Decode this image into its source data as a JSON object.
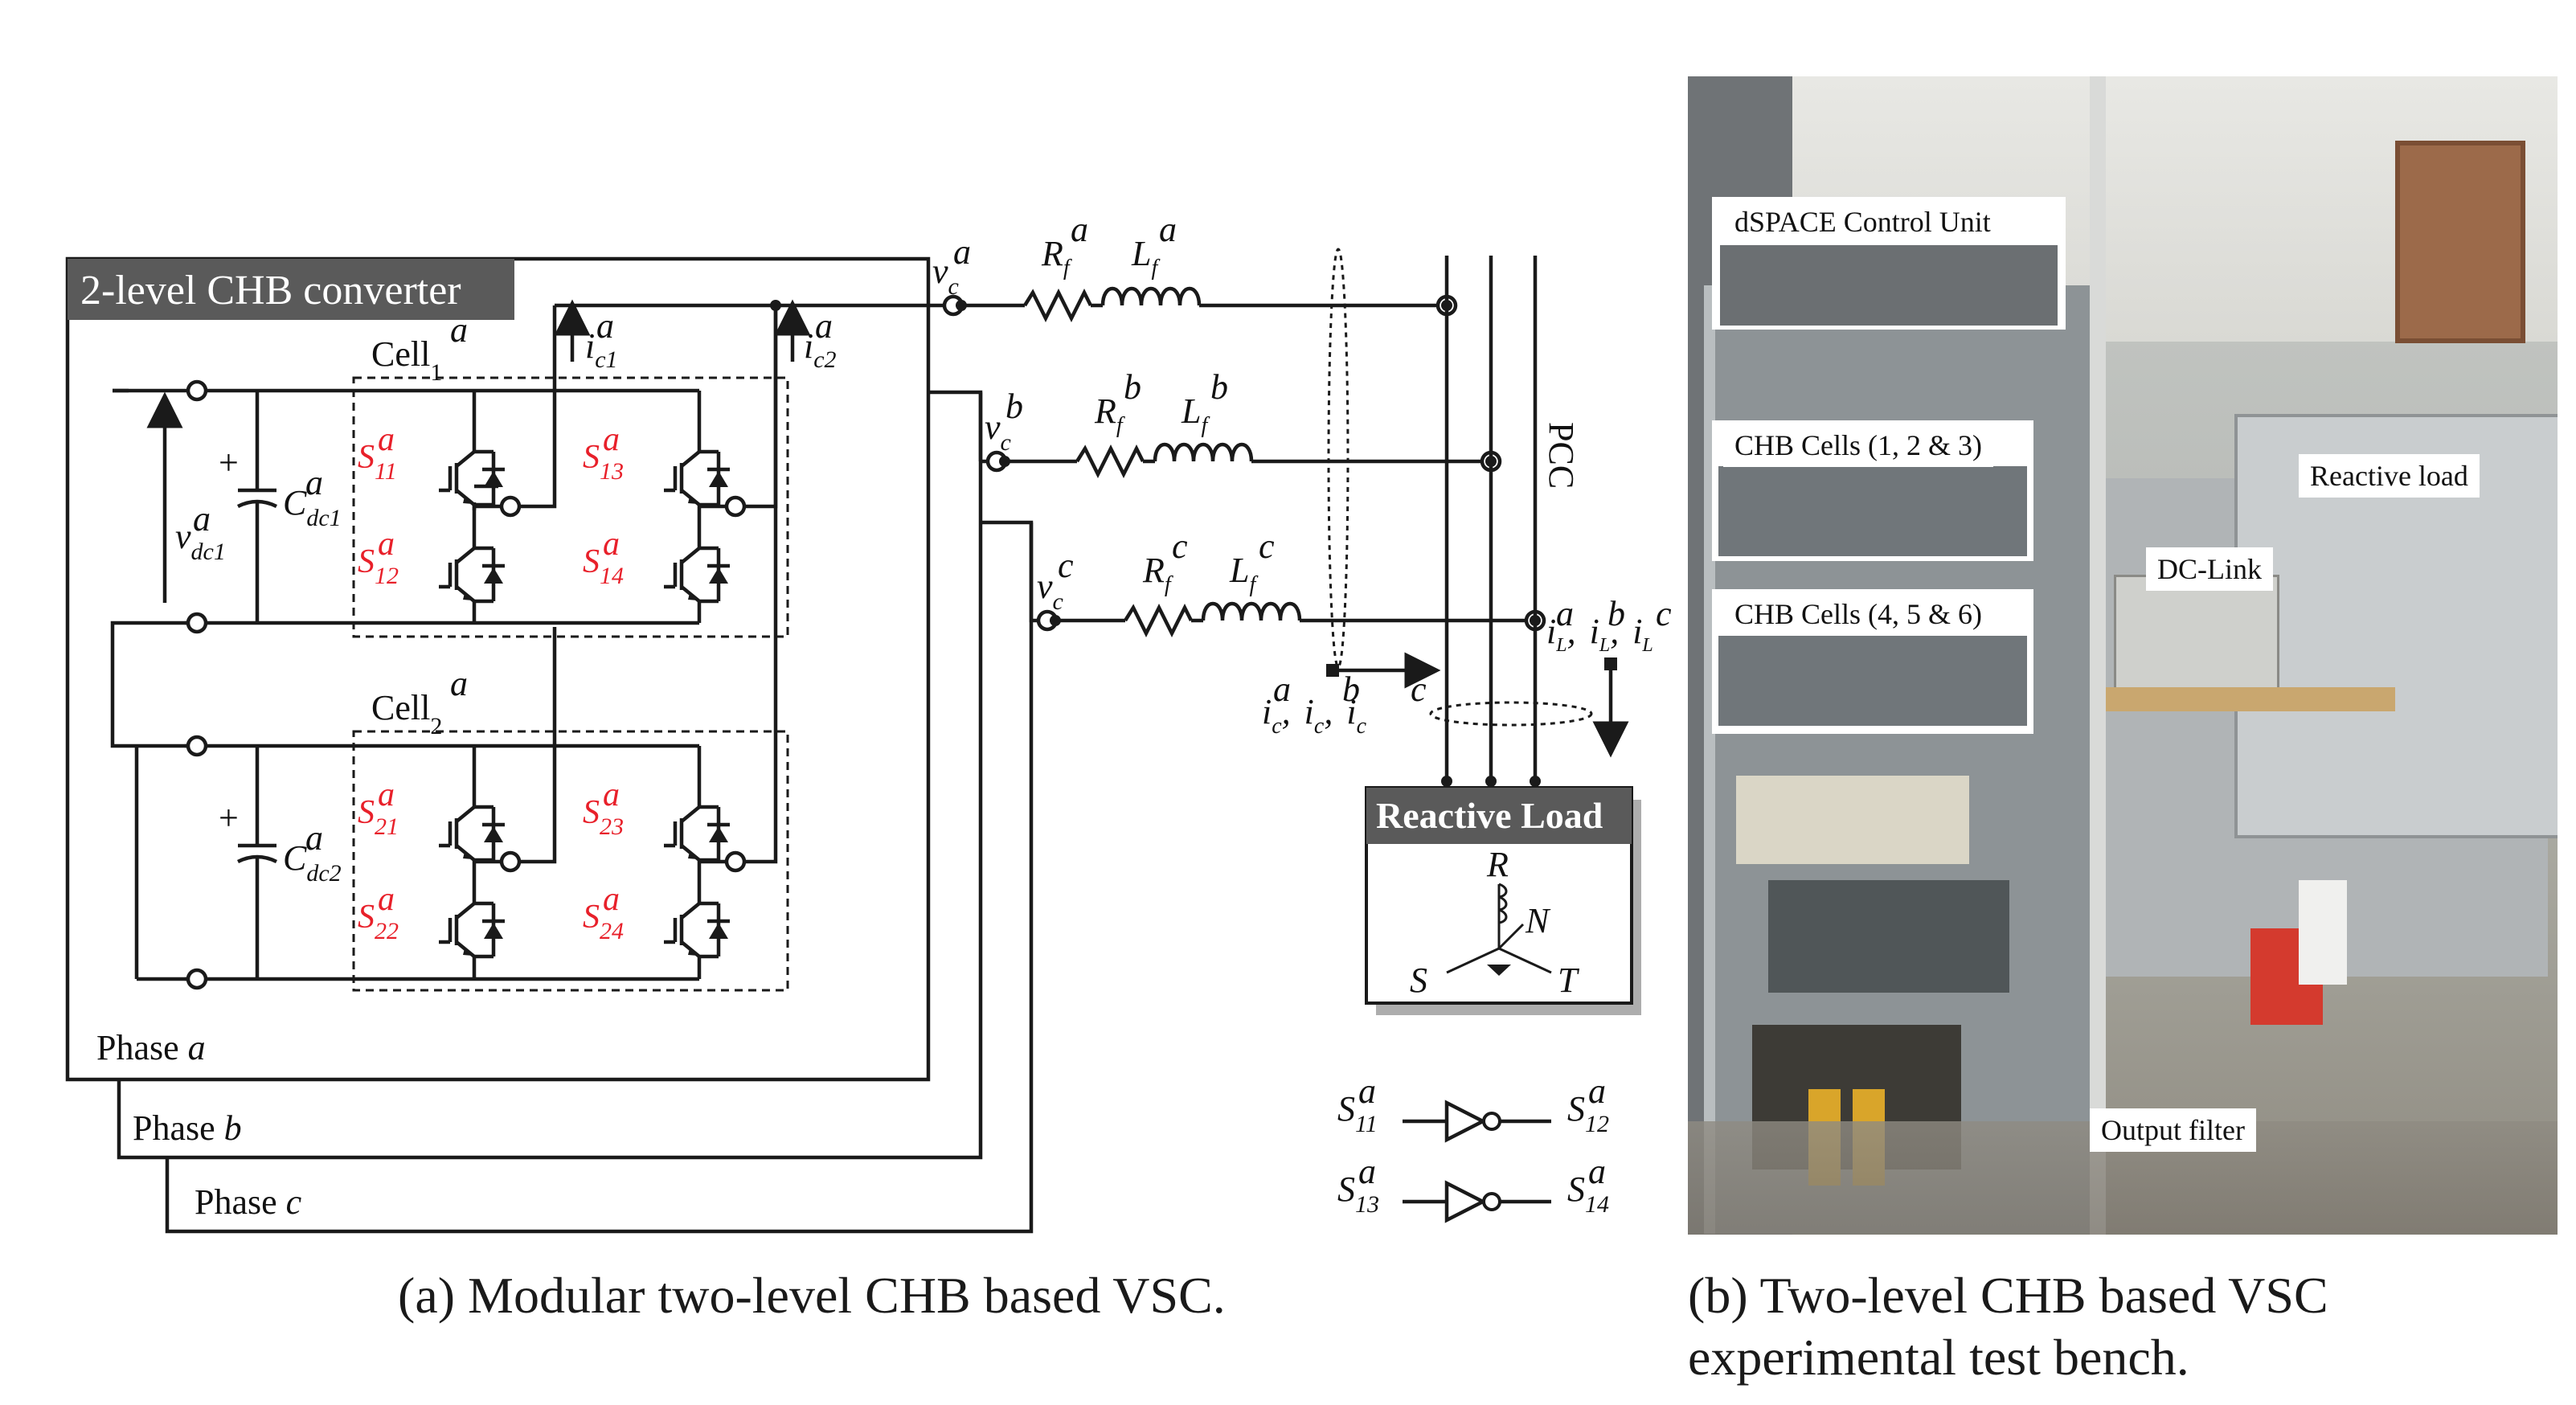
{
  "diagram": {
    "converter_title": "2-level CHB converter",
    "cell1": "Cell",
    "cell2": "Cell",
    "cell_sup": "a",
    "cell1_sub": "1",
    "cell2_sub": "2",
    "sw11": "S",
    "sw11_sup": "a",
    "sw11_sub": "11",
    "sw12": "S",
    "sw12_sup": "a",
    "sw12_sub": "12",
    "sw13": "S",
    "sw13_sup": "a",
    "sw13_sub": "13",
    "sw14": "S",
    "sw14_sup": "a",
    "sw14_sub": "14",
    "sw21": "S",
    "sw21_sup": "a",
    "sw21_sub": "21",
    "sw22": "S",
    "sw22_sup": "a",
    "sw22_sub": "22",
    "sw23": "S",
    "sw23_sup": "a",
    "sw23_sub": "23",
    "sw24": "S",
    "sw24_sup": "a",
    "sw24_sub": "24",
    "cap1": "C",
    "cap1_sup": "a",
    "cap1_sub": "dc1",
    "cap2": "C",
    "cap2_sup": "a",
    "cap2_sub": "dc2",
    "plus": "+",
    "vdc1": "v",
    "vdc1_sup": "a",
    "vdc1_sub": "dc1",
    "ic1": "i",
    "ic1_sup": "a",
    "ic1_sub": "c1",
    "ic2": "i",
    "ic2_sup": "a",
    "ic2_sub": "c2",
    "vca": "v",
    "vca_sup": "a",
    "vca_sub": "c",
    "vcb": "v",
    "vcb_sup": "b",
    "vcb_sub": "c",
    "vcc": "v",
    "vcc_sup": "c",
    "vcc_sub": "c",
    "rfa": "R",
    "rfa_sup": "a",
    "rfa_sub": "f",
    "rfb": "R",
    "rfb_sup": "b",
    "rfb_sub": "f",
    "rfc": "R",
    "rfc_sup": "c",
    "rfc_sub": "f",
    "lfa": "L",
    "lfa_sup": "a",
    "lfa_sub": "f",
    "lfb": "L",
    "lfb_sup": "b",
    "lfb_sub": "f",
    "lfc": "L",
    "lfc_sup": "c",
    "lfc_sub": "f",
    "pcc": "PCC",
    "ic_all": "i",
    "il_all": "i",
    "sup_a": "a",
    "sup_b": "b",
    "sup_c": "c",
    "sub_c": "c",
    "sub_L": "L",
    "comma": ",",
    "load_title": "Reactive Load",
    "load_r": "R",
    "load_n": "N",
    "load_s": "S",
    "load_t": "T",
    "phase_a_word": "Phase",
    "phase_a_var": "a",
    "phase_b_word": "Phase",
    "phase_b_var": "b",
    "phase_c_word": "Phase",
    "phase_c_var": "c",
    "inv1_in": "S",
    "inv1_in_sup": "a",
    "inv1_in_sub": "11",
    "inv1_out": "S",
    "inv1_out_sup": "a",
    "inv1_out_sub": "12",
    "inv2_in": "S",
    "inv2_in_sup": "a",
    "inv2_in_sub": "13",
    "inv2_out": "S",
    "inv2_out_sup": "a",
    "inv2_out_sub": "14"
  },
  "photo": {
    "labels": {
      "dspace": "dSPACE Control Unit",
      "chb123": "CHB Cells (1, 2 & 3)",
      "chb456": "CHB Cells (4, 5 & 6)",
      "reactive": "Reactive load",
      "dclink": "DC-Link",
      "filter": "Output filter"
    }
  },
  "captions": {
    "a": "(a)  Modular two-level CHB based VSC.",
    "b_line1": "(b)  Two-level  CHB  based  VSC",
    "b_line2": "experimental test bench."
  },
  "colors": {
    "switch_label": "#e8202a",
    "header_bg": "#5a5a5a",
    "wire": "#1a1a1a"
  }
}
